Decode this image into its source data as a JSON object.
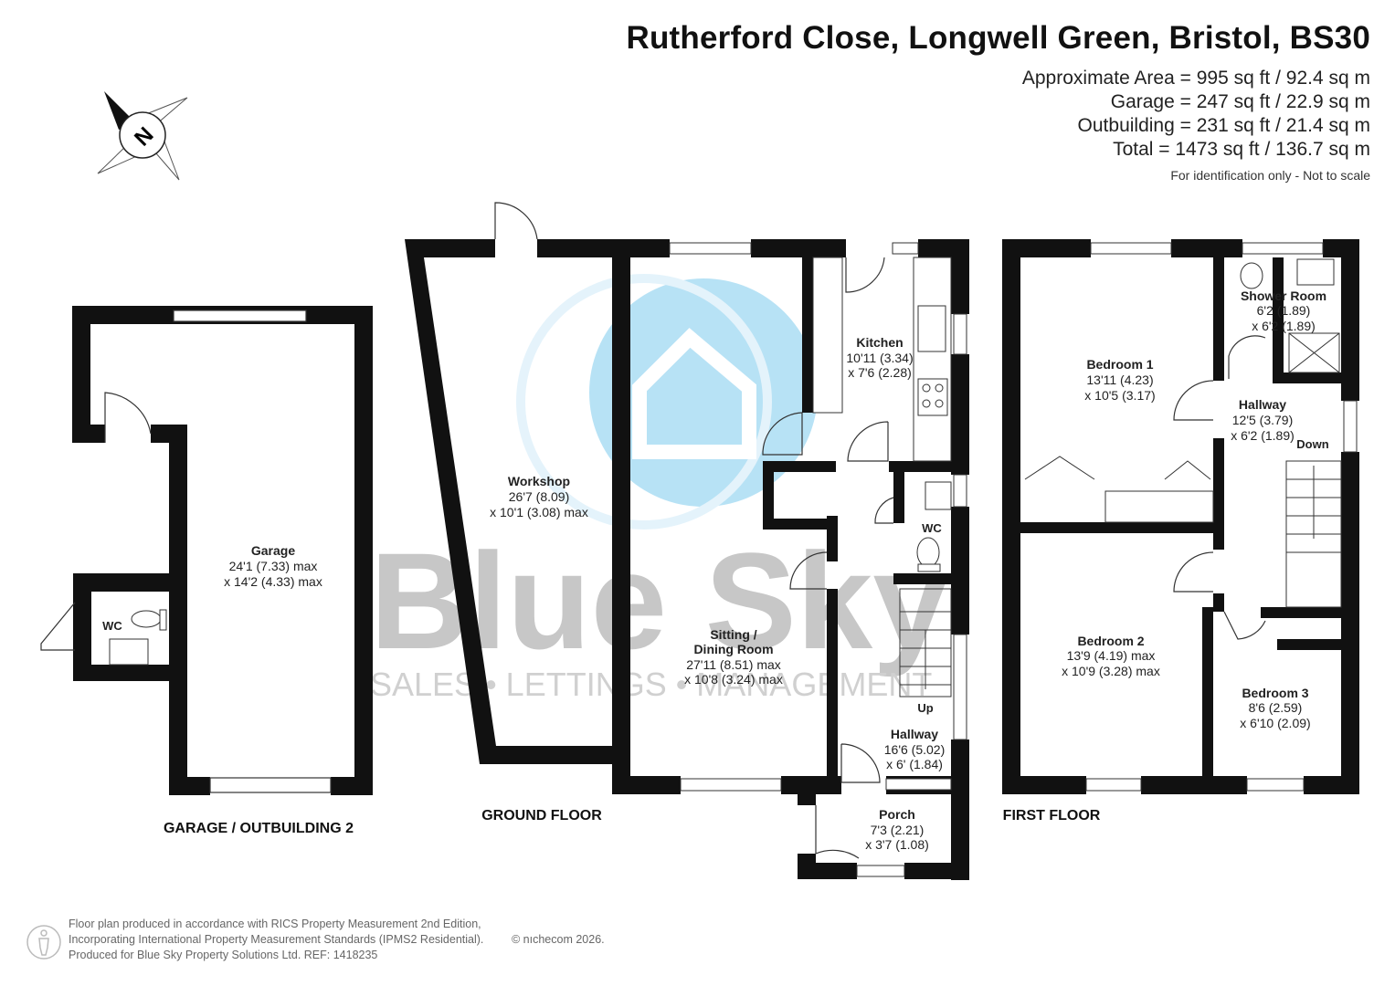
{
  "header": {
    "title": "Rutherford Close, Longwell Green, Bristol, BS30",
    "approx_area": "Approximate Area = 995 sq ft / 92.4 sq m",
    "garage": "Garage = 247 sq ft / 22.9 sq m",
    "outbuilding": "Outbuilding = 231 sq ft / 21.4 sq m",
    "total": "Total = 1473 sq ft / 136.7 sq m",
    "note": "For identification only - Not to scale"
  },
  "compass": {
    "label": "N"
  },
  "watermark": {
    "brand": "Blue Sky",
    "tagline": "SALES • LETTINGS • MANAGEMENT"
  },
  "sections": {
    "garage": "GARAGE / OUTBUILDING 2",
    "ground": "GROUND FLOOR",
    "first": "FIRST FLOOR"
  },
  "rooms": {
    "garage": {
      "name": "Garage",
      "l1": "24'1 (7.33) max",
      "l2": "x 14'2 (4.33) max"
    },
    "garage_wc": {
      "name": "WC"
    },
    "workshop": {
      "name": "Workshop",
      "l1": "26'7 (8.09)",
      "l2": "x 10'1 (3.08) max"
    },
    "sitting": {
      "name1": "Sitting /",
      "name2": "Dining Room",
      "l1": "27'11 (8.51) max",
      "l2": "x 10'8 (3.24) max"
    },
    "kitchen": {
      "name": "Kitchen",
      "l1": "10'11 (3.34)",
      "l2": "x 7'6 (2.28)"
    },
    "ground_wc": {
      "name": "WC"
    },
    "hall_ground": {
      "name": "Hallway",
      "l1": "16'6 (5.02)",
      "l2": "x 6' (1.84)"
    },
    "porch": {
      "name": "Porch",
      "l1": "7'3 (2.21)",
      "l2": "x 3'7 (1.08)"
    },
    "up": "Up",
    "bed1": {
      "name": "Bedroom 1",
      "l1": "13'11 (4.23)",
      "l2": "x 10'5 (3.17)"
    },
    "shower": {
      "name": "Shower Room",
      "l1": "6'2 (1.89)",
      "l2": "x 6'2 (1.89)"
    },
    "hall_first": {
      "name": "Hallway",
      "l1": "12'5 (3.79)",
      "l2": "x 6'2 (1.89)"
    },
    "down": "Down",
    "bed2": {
      "name": "Bedroom 2",
      "l1": "13'9 (4.19) max",
      "l2": "x 10'9 (3.28) max"
    },
    "bed3": {
      "name": "Bedroom 3",
      "l1": "8'6 (2.59)",
      "l2": "x 6'10 (2.09)"
    }
  },
  "footer": {
    "line1": "Floor plan produced in accordance with RICS Property Measurement 2nd Edition,",
    "line2": "Incorporating International Property Measurement Standards (IPMS2 Residential).",
    "line3": "Produced for Blue Sky Property Solutions Ltd.   REF:  1418235",
    "copyright": "© nıchecom 2026."
  },
  "colors": {
    "wall": "#111111",
    "watermark_blue": "#7ecbee",
    "watermark_grey": "#9a9a9a"
  }
}
